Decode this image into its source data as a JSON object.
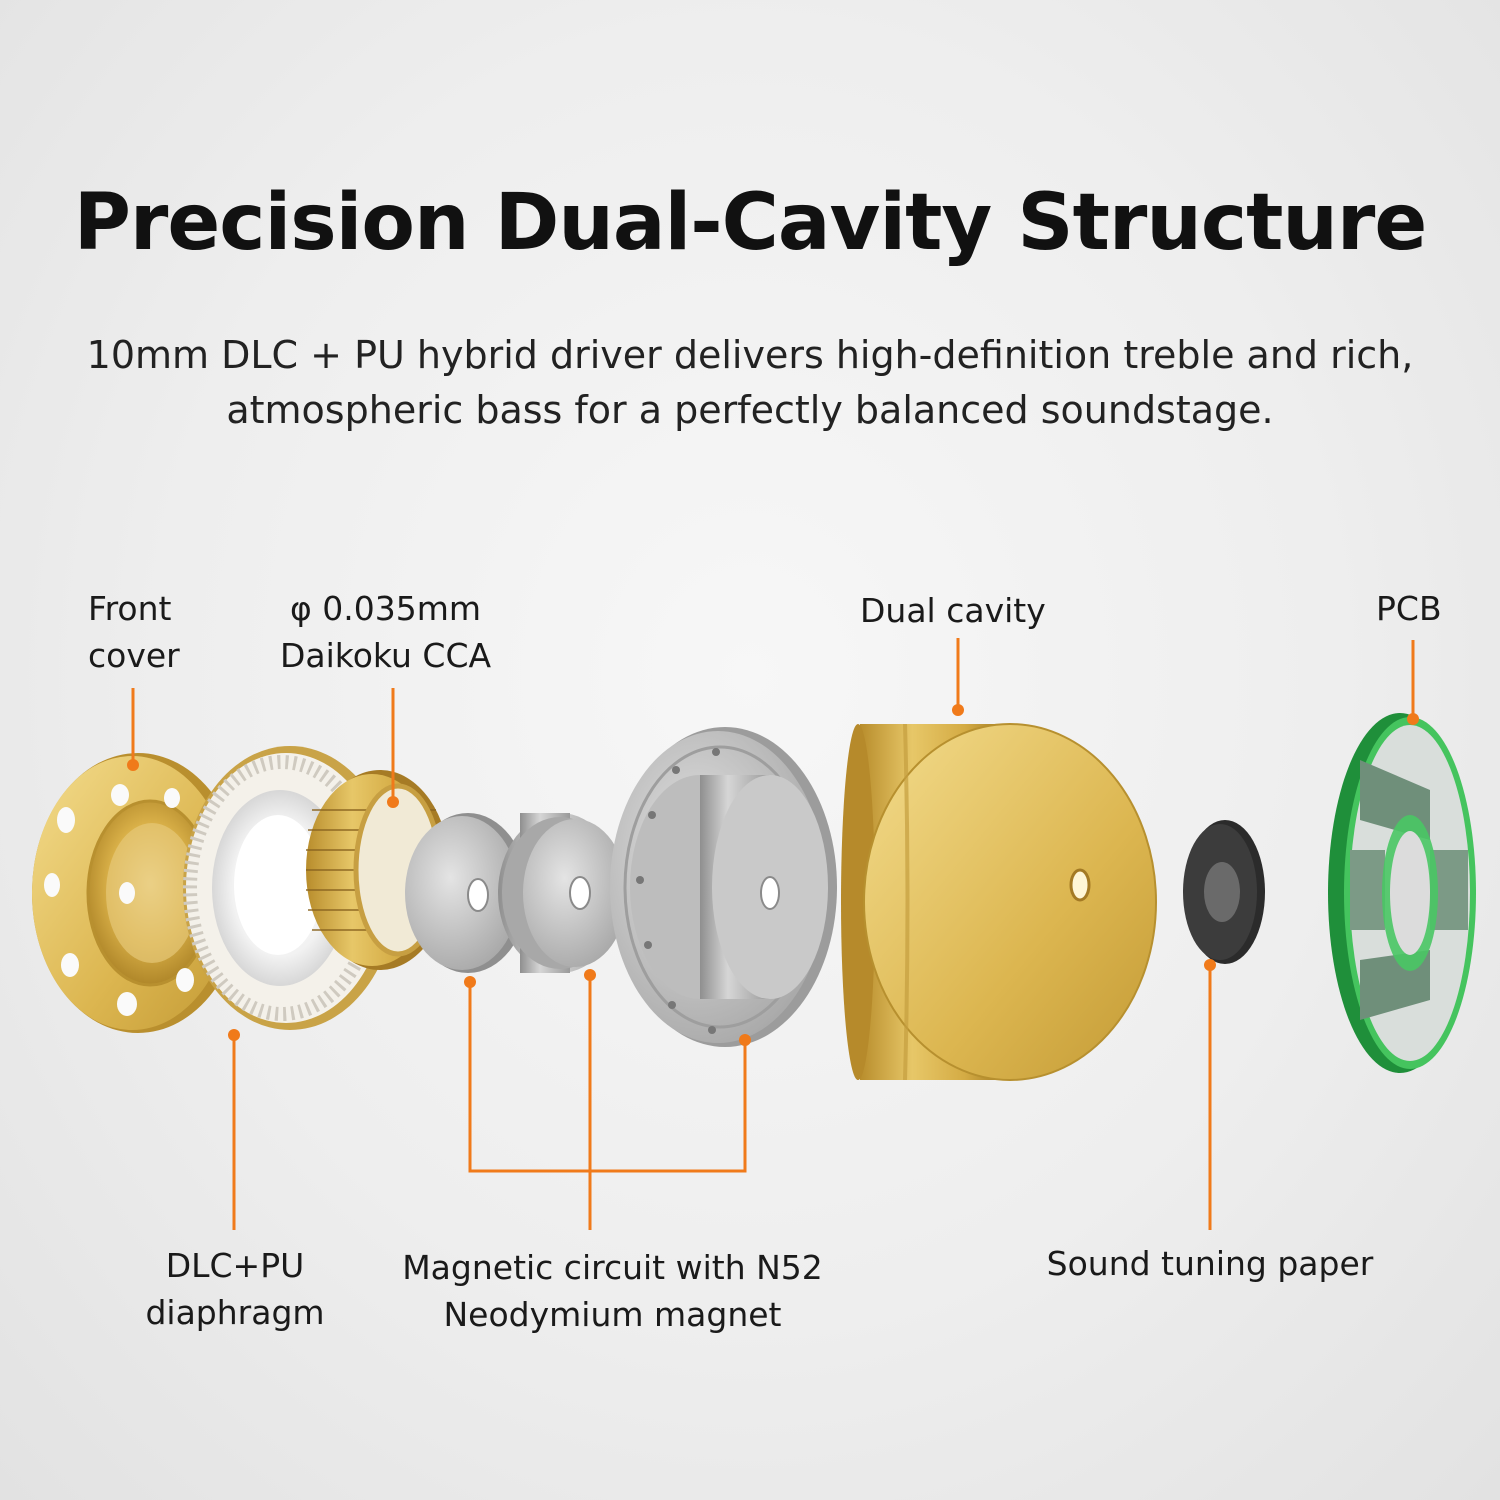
{
  "title": "Precision Dual-Cavity Structure",
  "subtitle": {
    "line1": "10mm DLC + PU hybrid driver delivers high-definition treble and rich,",
    "line2": "atmospheric bass for a perfectly balanced soundstage."
  },
  "labels": {
    "front_cover": [
      "Front",
      "cover"
    ],
    "wire": [
      "φ 0.035mm",
      "Daikoku CCA"
    ],
    "dual_cavity": [
      "Dual cavity"
    ],
    "pcb": [
      "PCB"
    ],
    "diaphragm": [
      "DLC+PU",
      "diaphragm"
    ],
    "magnetic": [
      "Magnetic circuit with N52",
      "Neodymium magnet"
    ],
    "tuning_paper": [
      "Sound tuning paper"
    ]
  },
  "colors": {
    "accent": "#f07a1a",
    "gold": "#d8b24a",
    "silver": "#b8b8b8",
    "pcb_green": "#2fb34a",
    "text": "#1a1a1a"
  }
}
